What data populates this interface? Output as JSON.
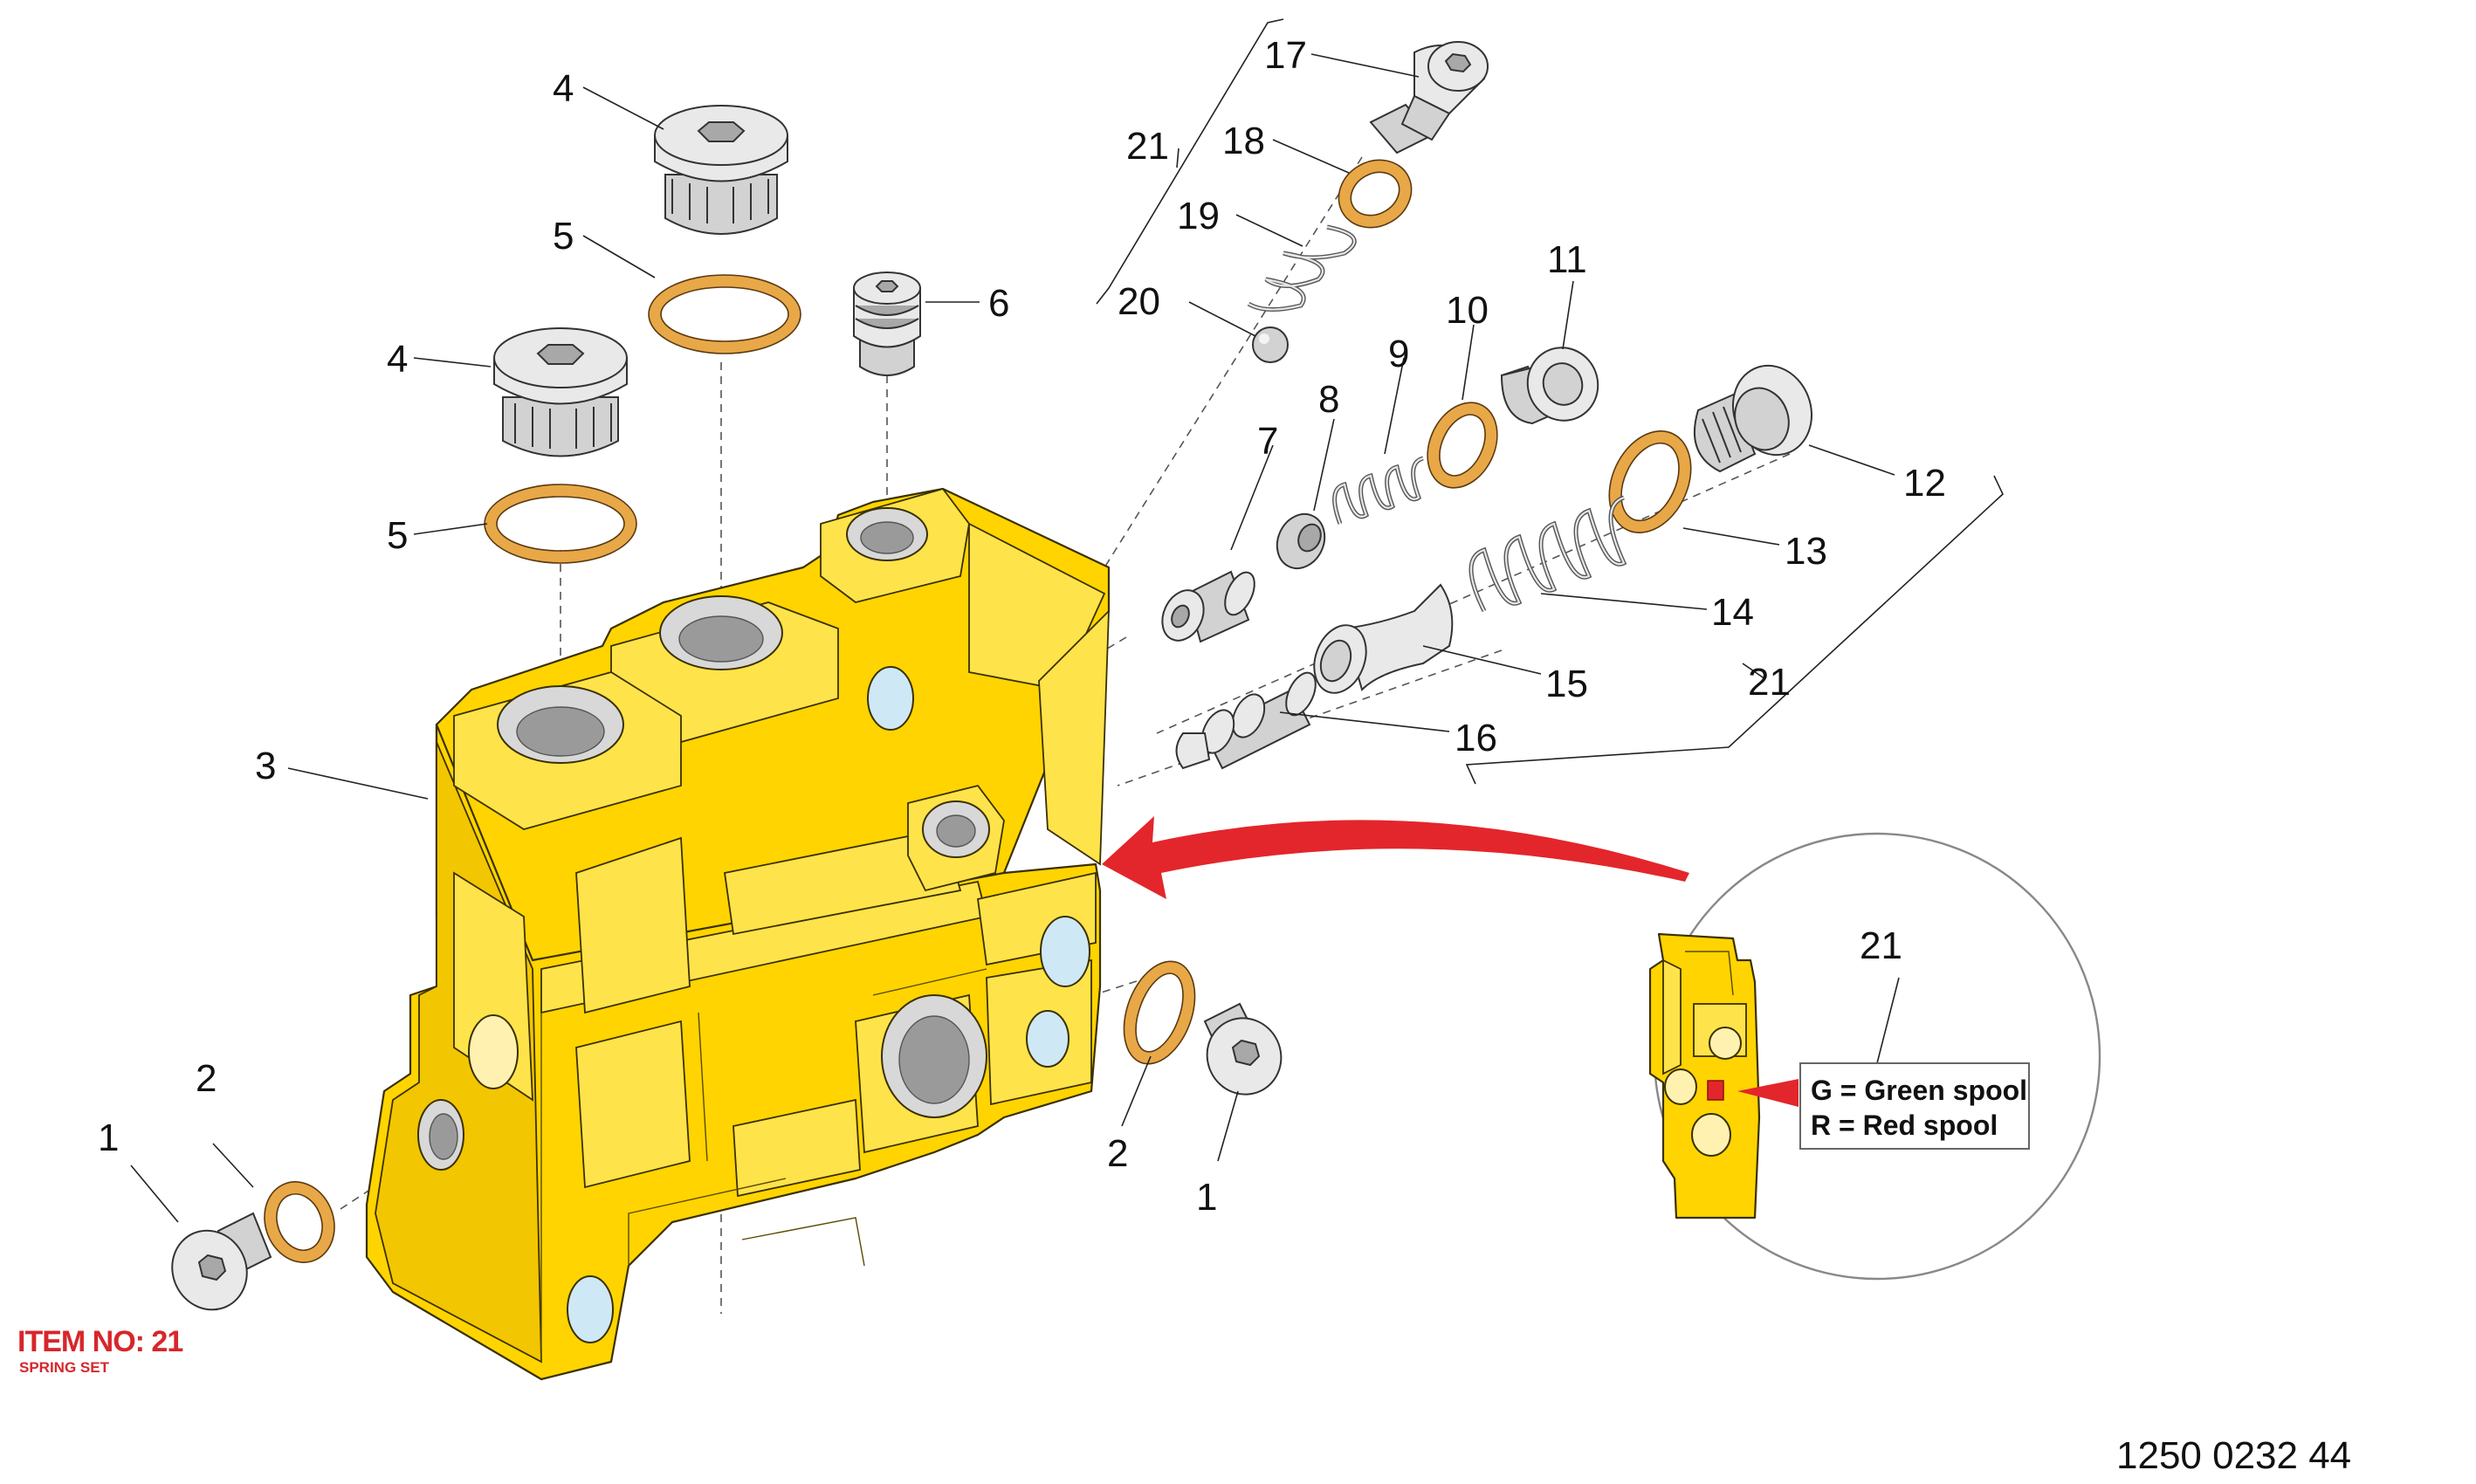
{
  "callouts": {
    "c1a": "1",
    "c2a": "2",
    "c3": "3",
    "c4a": "4",
    "c5a": "5",
    "c4b": "4",
    "c5b": "5",
    "c6": "6",
    "c7": "7",
    "c8": "8",
    "c9": "9",
    "c10": "10",
    "c11": "11",
    "c12": "12",
    "c13": "13",
    "c14": "14",
    "c15": "15",
    "c16": "16",
    "c17": "17",
    "c18": "18",
    "c19": "19",
    "c20": "20",
    "c21a": "21",
    "c21b": "21",
    "c1b": "1",
    "c2b": "2",
    "c21inset": "21"
  },
  "legend": {
    "green": "G = Green spool",
    "red": "R = Red spool"
  },
  "item": {
    "title": "ITEM NO: 21",
    "subtitle": "SPRING SET"
  },
  "document_number": "1250 0232 44",
  "colors": {
    "housing": "#ffd400",
    "seal": "#e8a848",
    "arrow": "#e3262b",
    "port": "#cfe8f5"
  }
}
